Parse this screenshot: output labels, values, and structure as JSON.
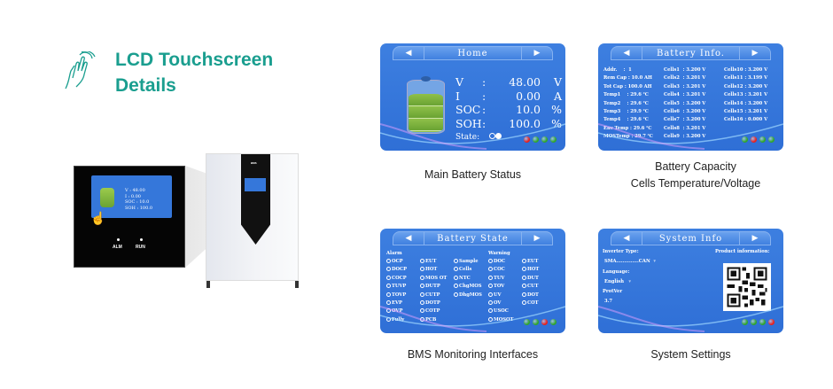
{
  "heading": {
    "line1": "LCD Touchscreen",
    "line2": "Details"
  },
  "device": {
    "alm_label": "ALM",
    "run_label": "RUN",
    "brand": "BMS"
  },
  "colors": {
    "teal": "#1a9e8f",
    "panel_blue": "#3577da",
    "led_red": "#e8201c",
    "led_green": "#2fa52b"
  },
  "home": {
    "title": "Home",
    "prev": "◀",
    "next": "▶",
    "rows": [
      {
        "k": "V",
        "v": "48.00",
        "u": "V"
      },
      {
        "k": "I",
        "v": "0.00",
        "u": "A"
      },
      {
        "k": "SOC",
        "v": "10.0",
        "u": "%"
      },
      {
        "k": "SOH",
        "v": "100.0",
        "u": "%"
      }
    ],
    "state_label": "State:",
    "caption": "Main Battery Status",
    "leds": [
      "red",
      "green",
      "green",
      "green"
    ]
  },
  "info": {
    "title": "Battery Info.",
    "prev": "◀",
    "next": "▶",
    "col1": [
      "Addr.    :  1",
      "Rem Cap : 10.0 AH",
      "Tot Cap : 100.0 AH",
      "Temp1    : 29.6 ℃",
      "Temp2    : 29.6 ℃",
      "Temp3    : 29.9 ℃",
      "Temp4    : 29.6 ℃",
      "Env Temp : 29.6 ℃",
      "MOSTemp : 29.7 ℃"
    ],
    "col2": [
      "Cells1  : 3.200 V",
      "Cells2  : 3.201 V",
      "Cells3  : 3.201 V",
      "Cells4  : 3.201 V",
      "Cells5  : 3.200 V",
      "Cells6  : 3.200 V",
      "Cells7  : 3.200 V",
      "Cells8  : 3.201 V",
      "Cells9  : 3.200 V"
    ],
    "col3": [
      "Cells10 : 3.200 V",
      "Cells11 : 3.199 V",
      "Cells12 : 3.200 V",
      "Cells13 : 3.201 V",
      "Cells14 : 3.200 V",
      "Cells15 : 3.201 V",
      "Cells16 : 0.000 V"
    ],
    "caption1": "Battery Capacity",
    "caption2": "Cells Temperature/Voltage",
    "leds": [
      "green",
      "red",
      "green",
      "green"
    ]
  },
  "state": {
    "title": "Battery State",
    "prev": "◀",
    "next": "▶",
    "alarm_label": "Alarm",
    "warning_label": "Warning",
    "col1": [
      "OCP",
      "DOCP",
      "COCP",
      "TUVP",
      "TOVP",
      "EVP",
      "OVP",
      "Fully"
    ],
    "col2": [
      "EUT",
      "HOT",
      "MOS OT",
      "DUTP",
      "CUTP",
      "DOTP",
      "COTP",
      "PCB"
    ],
    "col3": [
      "Sample",
      "Cells",
      "NTC",
      "ChgMOS",
      "DhgMOS"
    ],
    "col4": [
      "DOC",
      "COC",
      "TUV",
      "TOV",
      "UV",
      "OV",
      "USOC",
      "MOSOT"
    ],
    "col5": [
      "EUT",
      "HOT",
      "DUT",
      "CUT",
      "DOT",
      "COT"
    ],
    "caption": "BMS Monitoring Interfaces",
    "leds": [
      "green",
      "green",
      "red",
      "green"
    ]
  },
  "system": {
    "title": "System Info",
    "prev": "◀",
    "next": "▶",
    "inverter_label": "Inverter Type:",
    "inverter_value": "SMA..............CAN",
    "language_label": "Language:",
    "language_value": "English",
    "protver_label": "ProtVer",
    "protver_value": "3.7",
    "product_label": "Product information:",
    "caption": "System Settings",
    "leds": [
      "green",
      "green",
      "green",
      "red"
    ]
  }
}
